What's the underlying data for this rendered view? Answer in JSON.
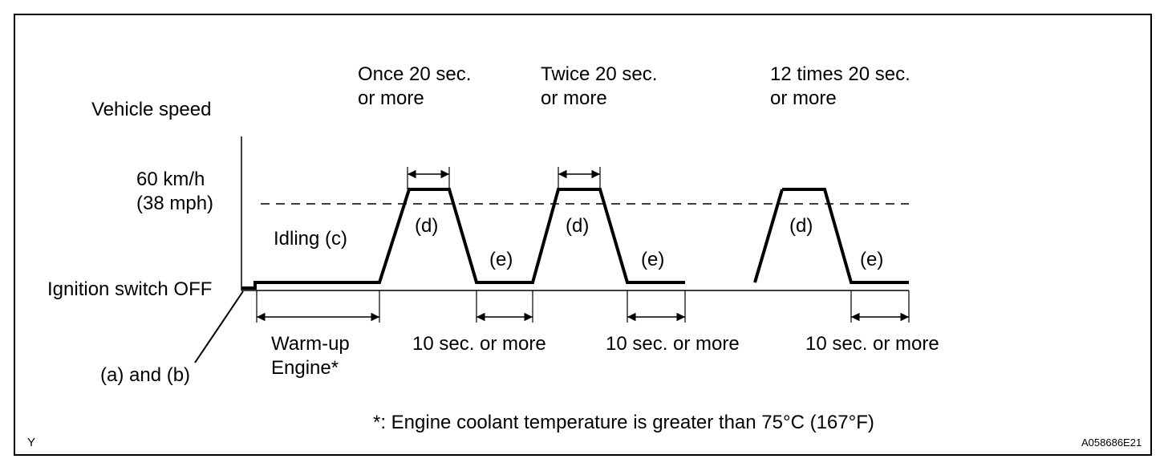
{
  "labels": {
    "vehicle_speed": "Vehicle speed",
    "speed_line1": "60 km/h",
    "speed_line2": "(38 mph)",
    "ignition_off": "Ignition switch OFF",
    "step_ab": "(a) and (b)",
    "idling": "Idling (c)",
    "warmup_line1": "Warm-up",
    "warmup_line2": "Engine*",
    "once_line1": "Once 20 sec.",
    "once_line2": "or more",
    "twice_line1": "Twice 20 sec.",
    "twice_line2": "or more",
    "twelve_line1": "12 times 20 sec.",
    "twelve_line2": "or more",
    "step_d": "(d)",
    "step_e": "(e)",
    "ten_sec": "10 sec. or more",
    "footnote": "*: Engine coolant temperature is greater than 75°C (167°F)",
    "corner_left": "Y",
    "figure_id": "A058686E21"
  },
  "colors": {
    "line": "#000000",
    "background": "#ffffff"
  }
}
